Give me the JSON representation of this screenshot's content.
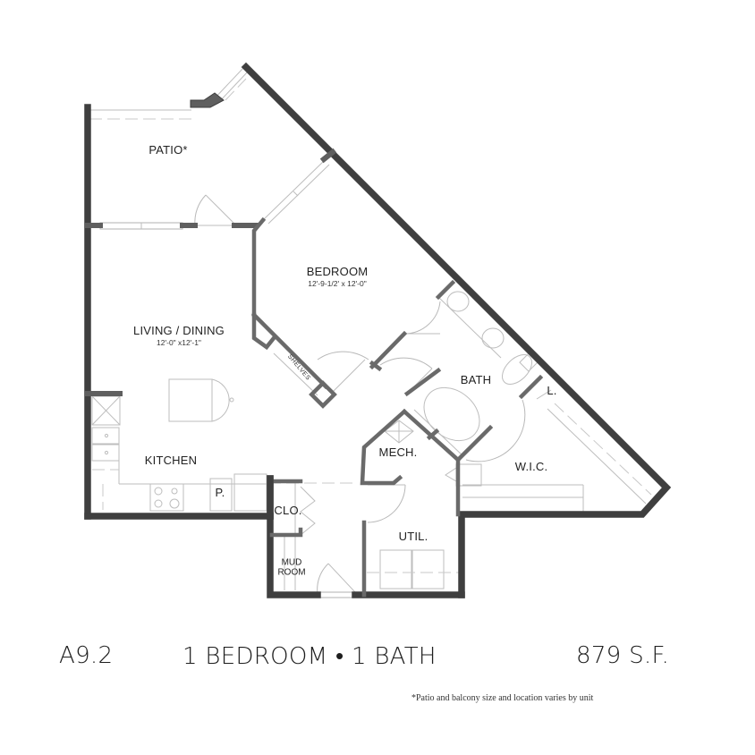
{
  "plan": {
    "unit_code": "A9.2",
    "unit_type": "1 BEDROOM • 1 BATH",
    "area": "879 S.F.",
    "footnote": "*Patio and balcony size and location varies by unit",
    "colors": {
      "wall": "#5f5f5f",
      "fixture_line": "#bdbdbd",
      "background": "#ffffff",
      "text": "#222222"
    }
  },
  "rooms": {
    "patio": {
      "label": "PATIO*"
    },
    "bedroom": {
      "label": "BEDROOM",
      "dimensions": "12'-9-1/2' x 12'-0\""
    },
    "living_dining": {
      "label": "LIVING / DINING",
      "dimensions": "12'-0\" x12'-1\""
    },
    "kitchen": {
      "label": "KITCHEN"
    },
    "pantry": {
      "label": "P."
    },
    "bath": {
      "label": "BATH"
    },
    "linen": {
      "label": "L."
    },
    "wic": {
      "label": "W.I.C."
    },
    "mech": {
      "label": "MECH."
    },
    "closet": {
      "label": "CLO."
    },
    "mud_room": {
      "label_line1": "MUD",
      "label_line2": "ROOM"
    },
    "utility": {
      "label": "UTIL."
    },
    "shelves": {
      "label": "SHELVES"
    }
  }
}
